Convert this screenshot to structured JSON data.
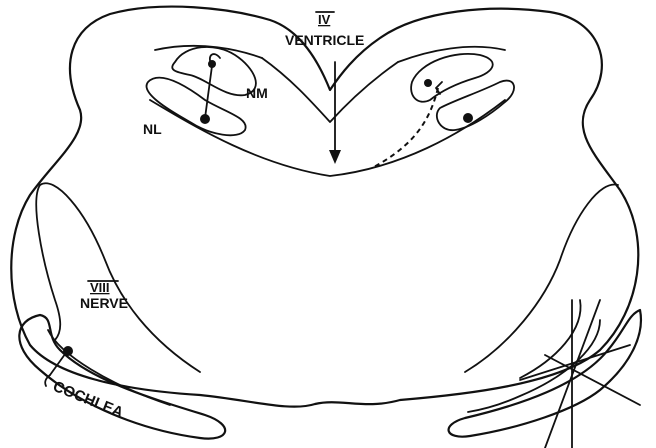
{
  "labels": {
    "ventricle_numeral": "IV",
    "ventricle": "VENTRICLE",
    "nm": "NM",
    "nl": "NL",
    "nerve_numeral": "VIII",
    "nerve": "NERVE",
    "cochlea": "COCHLEA"
  },
  "colors": {
    "ink": "#111111",
    "paper": "#ffffff"
  }
}
